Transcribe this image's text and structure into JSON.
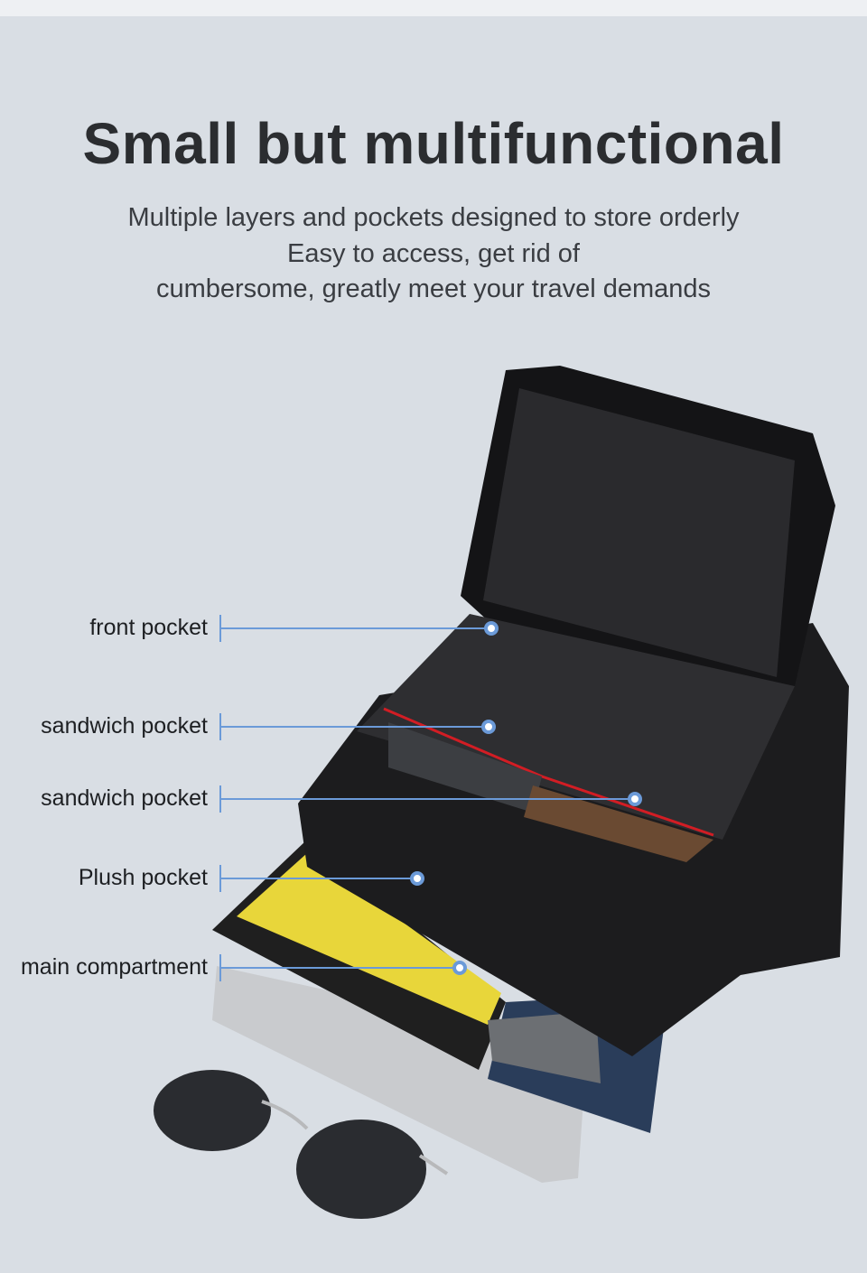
{
  "title": "Small but multifunctional",
  "subtitle": [
    "Multiple layers and pockets designed to store orderly",
    "Easy to access, get rid of",
    "cumbersome, greatly meet your travel demands"
  ],
  "callouts": [
    {
      "label": "front pocket"
    },
    {
      "label": "sandwich pocket"
    },
    {
      "label": "sandwich pocket"
    },
    {
      "label": "Plush pocket"
    },
    {
      "label": "main compartment"
    }
  ],
  "colors": {
    "background": "#d9dee4",
    "accent": "#6b9ad8",
    "title": "#2b2d30"
  }
}
